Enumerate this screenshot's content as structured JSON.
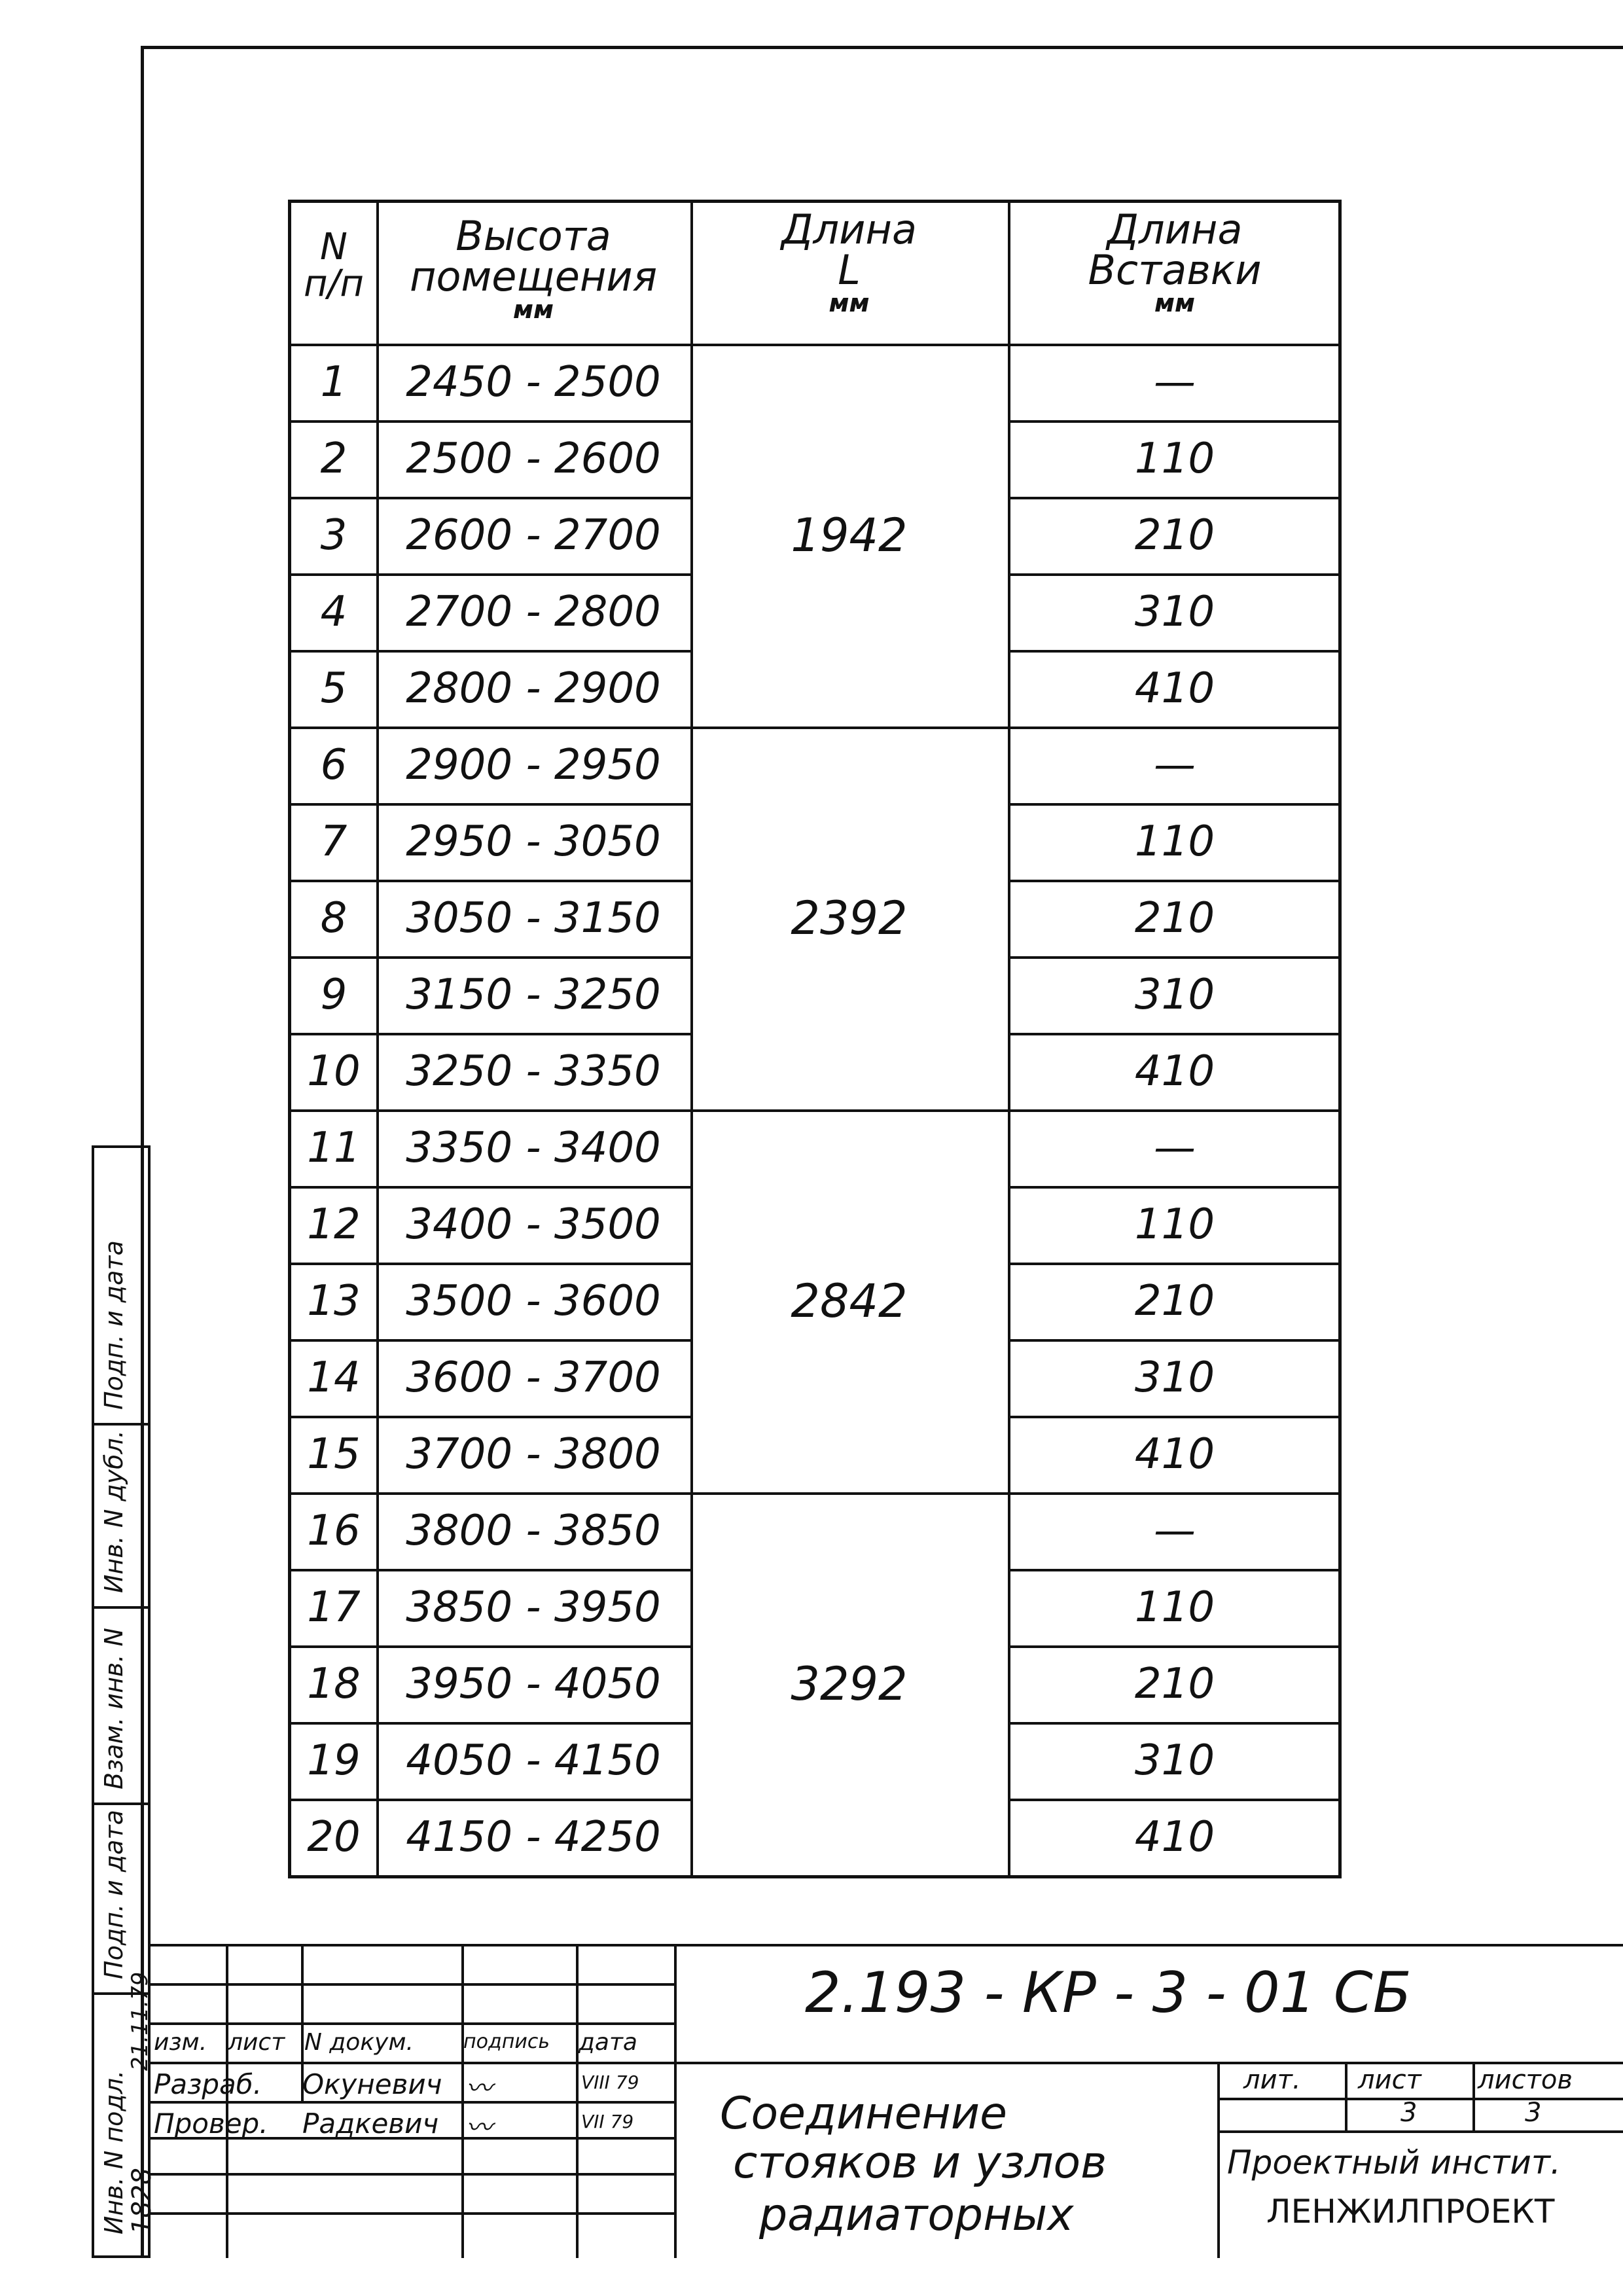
{
  "table": {
    "headers": {
      "num": "N\nп/п",
      "height": "Высота\nпомещения",
      "height_unit": "мм",
      "length": "Длина\nL",
      "length_unit": "мм",
      "insert": "Длина\nВставки",
      "insert_unit": "мм"
    },
    "rows": [
      {
        "n": "1",
        "range": "2450 - 2500",
        "insert": "—"
      },
      {
        "n": "2",
        "range": "2500 - 2600",
        "insert": "110"
      },
      {
        "n": "3",
        "range": "2600 - 2700",
        "insert": "210"
      },
      {
        "n": "4",
        "range": "2700 - 2800",
        "insert": "310"
      },
      {
        "n": "5",
        "range": "2800 - 2900",
        "insert": "410"
      },
      {
        "n": "6",
        "range": "2900 - 2950",
        "insert": "—"
      },
      {
        "n": "7",
        "range": "2950 - 3050",
        "insert": "110"
      },
      {
        "n": "8",
        "range": "3050 - 3150",
        "insert": "210"
      },
      {
        "n": "9",
        "range": "3150 - 3250",
        "insert": "310"
      },
      {
        "n": "10",
        "range": "3250 - 3350",
        "insert": "410"
      },
      {
        "n": "11",
        "range": "3350 - 3400",
        "insert": "—"
      },
      {
        "n": "12",
        "range": "3400 - 3500",
        "insert": "110"
      },
      {
        "n": "13",
        "range": "3500 - 3600",
        "insert": "210"
      },
      {
        "n": "14",
        "range": "3600 - 3700",
        "insert": "310"
      },
      {
        "n": "15",
        "range": "3700 - 3800",
        "insert": "410"
      },
      {
        "n": "16",
        "range": "3800 - 3850",
        "insert": "—"
      },
      {
        "n": "17",
        "range": "3850 - 3950",
        "insert": "110"
      },
      {
        "n": "18",
        "range": "3950 - 4050",
        "insert": "210"
      },
      {
        "n": "19",
        "range": "4050 - 4150",
        "insert": "310"
      },
      {
        "n": "20",
        "range": "4150 - 4250",
        "insert": "410"
      }
    ],
    "groups": [
      "1942",
      "2392",
      "2842",
      "3292"
    ]
  },
  "title_block": {
    "code": "2.193 - КР - 3 - 01  СБ",
    "col_izm": "изм.",
    "col_list": "лист",
    "col_doc": "N докум.",
    "col_sign": "подпись",
    "col_date": "дата",
    "role1": "Разраб.",
    "name1": "Окуневич",
    "date1": "VIII 79",
    "role2": "Провер.",
    "name2": "Радкевич",
    "date2": "VII 79",
    "title_line1": "Соединение",
    "title_line2": "стояков и узлов",
    "title_line3": "радиаторных",
    "lit_label": "лит.",
    "sheet_label": "лист",
    "sheets_label": "листов",
    "sheet_value": "3",
    "sheets_value": "3",
    "org_line1": "Проектный инстит.",
    "org_line2": "ЛЕНЖИЛПРОЕКТ"
  },
  "side_margin": {
    "f1": "Подп. и дата",
    "f2": "Инв. N дубл.",
    "f3": "Взам. инв. N",
    "f4": "Подп. и дата",
    "f5": "Инв. N подл.",
    "inv_value": "1828",
    "date_value": "21.11.79"
  }
}
